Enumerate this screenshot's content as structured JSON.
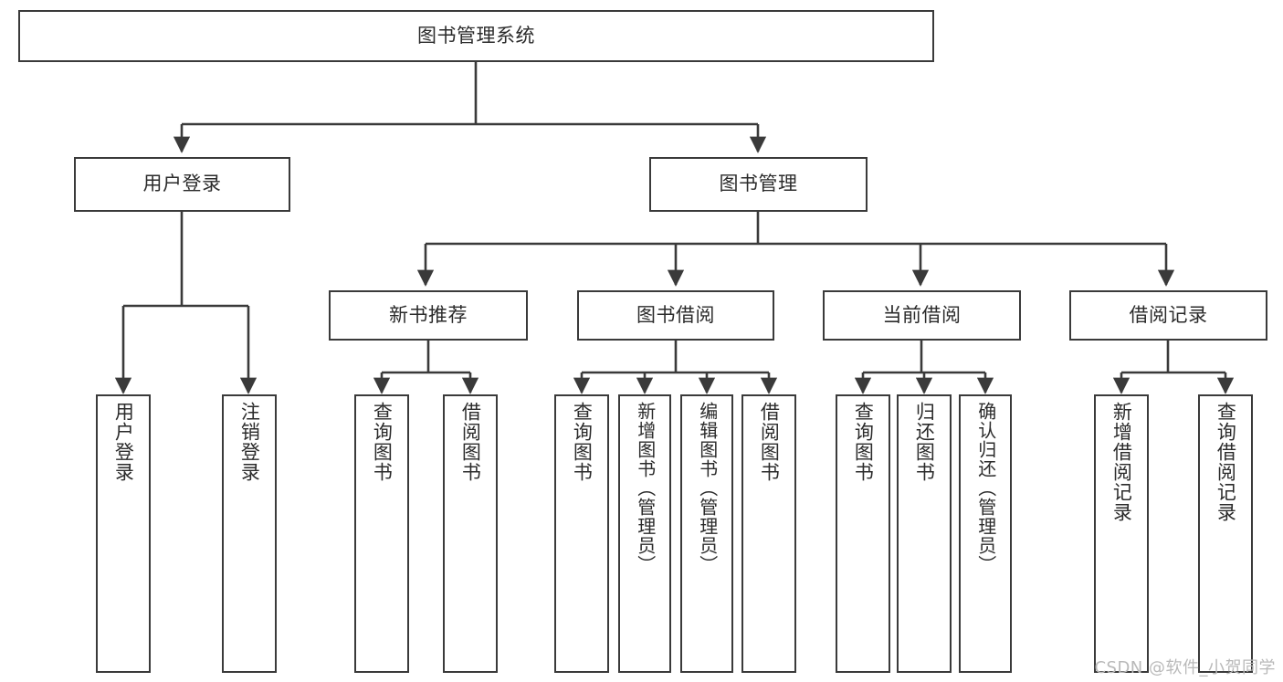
{
  "diagram": {
    "title": "图书管理系统",
    "watermark": "CSDN @软件_小贺同学",
    "style": {
      "border_color": "#3a3a3a",
      "line_color": "#3a3a3a",
      "background": "#ffffff",
      "text_color": "#2b2b2b"
    },
    "root": {
      "label": "图书管理系统"
    },
    "level2": [
      {
        "label": "用户登录"
      },
      {
        "label": "图书管理"
      }
    ],
    "level3": [
      {
        "label": "新书推荐"
      },
      {
        "label": "图书借阅"
      },
      {
        "label": "当前借阅"
      },
      {
        "label": "借阅记录"
      }
    ],
    "leaves": {
      "user_login": [
        {
          "label": "用户登录"
        },
        {
          "label": "注销登录"
        }
      ],
      "new_book_recommend": [
        {
          "label": "查询图书"
        },
        {
          "label": "借阅图书"
        }
      ],
      "book_borrow": [
        {
          "label": "查询图书"
        },
        {
          "label": "新增图书（管理员）"
        },
        {
          "label": "编辑图书（管理员）"
        },
        {
          "label": "借阅图书"
        }
      ],
      "current_borrow": [
        {
          "label": "查询图书"
        },
        {
          "label": "归还图书"
        },
        {
          "label": "确认归还（管理员）"
        }
      ],
      "borrow_records": [
        {
          "label": "新增借阅记录"
        },
        {
          "label": "查询借阅记录"
        }
      ]
    }
  }
}
